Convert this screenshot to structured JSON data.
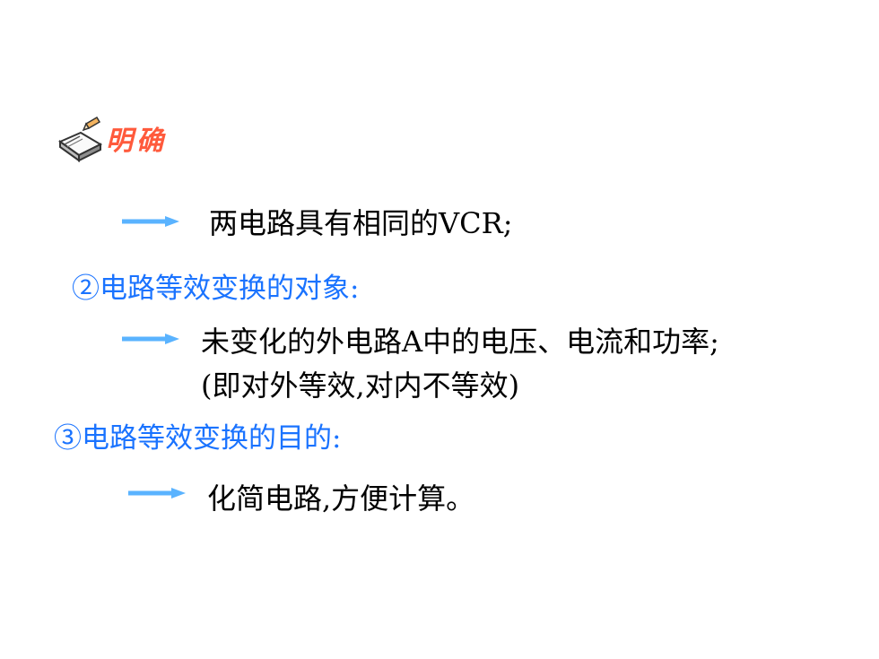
{
  "slide": {
    "badge_label": "明确",
    "badge_icon": "book-pencil-icon",
    "items": [
      {
        "text": "两电路具有相同的VCR;"
      },
      {
        "heading": "②电路等效变换的对象:"
      },
      {
        "text": "未变化的外电路A中的电压、电流和功率;"
      },
      {
        "text": "(即对外等效,对内不等效)"
      },
      {
        "heading": "③电路等效变换的目的:"
      },
      {
        "text": "化简电路,方便计算。"
      }
    ]
  },
  "colors": {
    "heading": "#1a73ff",
    "badge": "#ff5a3c",
    "arrow": "#5ab3ff",
    "text": "#000000"
  }
}
